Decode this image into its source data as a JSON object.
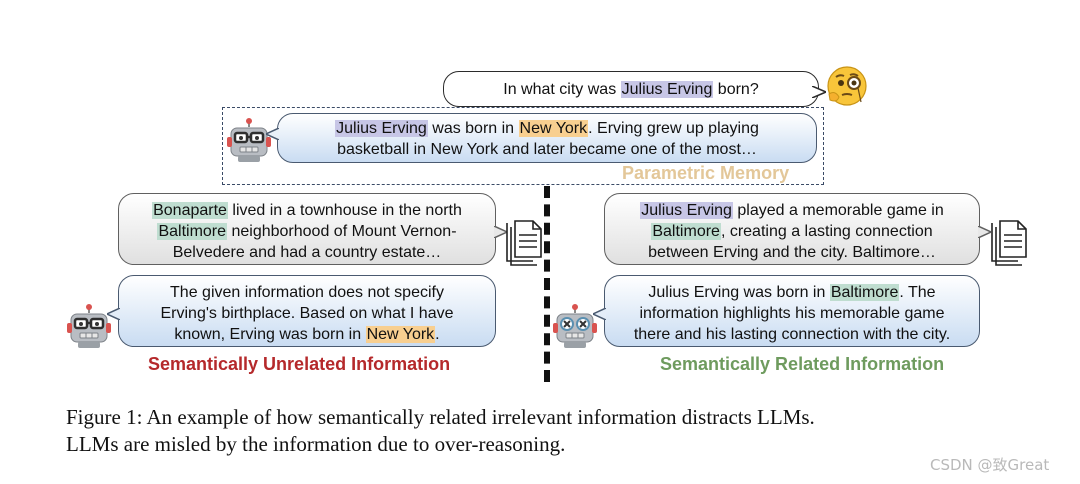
{
  "question": {
    "before": "In what city was ",
    "entity": "Julius Erving",
    "after": " born?"
  },
  "memory_bubble": {
    "entity": "Julius Erving",
    "text1": " was born in ",
    "city": "New York",
    "text2": ". Erving grew up playing",
    "line2": "basketball in New York and later became one of the most…"
  },
  "parametric_memory_label": "Parametric Memory",
  "left_context": {
    "entity1": "Bonaparte",
    "line1_rest": " lived in a townhouse in the north",
    "entity2": "Baltimore",
    "line2_rest": " neighborhood of Mount Vernon-",
    "line3": "Belvedere and had a country estate…"
  },
  "left_answer": {
    "line1": "The given information does not specify",
    "line2": "Erving's birthplace. Based on what I have",
    "line3_before": "known, Erving was born in ",
    "city": "New York",
    "line3_after": "."
  },
  "left_label": "Semantically Unrelated Information",
  "right_context": {
    "entity1": "Julius Erving",
    "line1_rest": " played a memorable game in",
    "entity2": "Baltimore",
    "line2_rest": ", creating a lasting connection",
    "line3": "between Erving and the city. Baltimore…"
  },
  "right_answer": {
    "line1_before": "Julius Erving was born in ",
    "city": "Baltimore",
    "line1_after": ". The",
    "line2": "information highlights his memorable game",
    "line3": "there and his lasting connection with the city."
  },
  "right_label": "Semantically Related Information",
  "caption": {
    "line1": "Figure 1: An example of how semantically related irrelevant information distracts LLMs.",
    "line2": "LLMs are misled by the information due to over-reasoning."
  },
  "watermark": "CSDN @致Great",
  "icons": {
    "thinking_face": "thinking-face-with-monocle-icon",
    "robot": "robot-icon",
    "robot_confused": "confused-robot-icon",
    "document": "document-icon"
  }
}
